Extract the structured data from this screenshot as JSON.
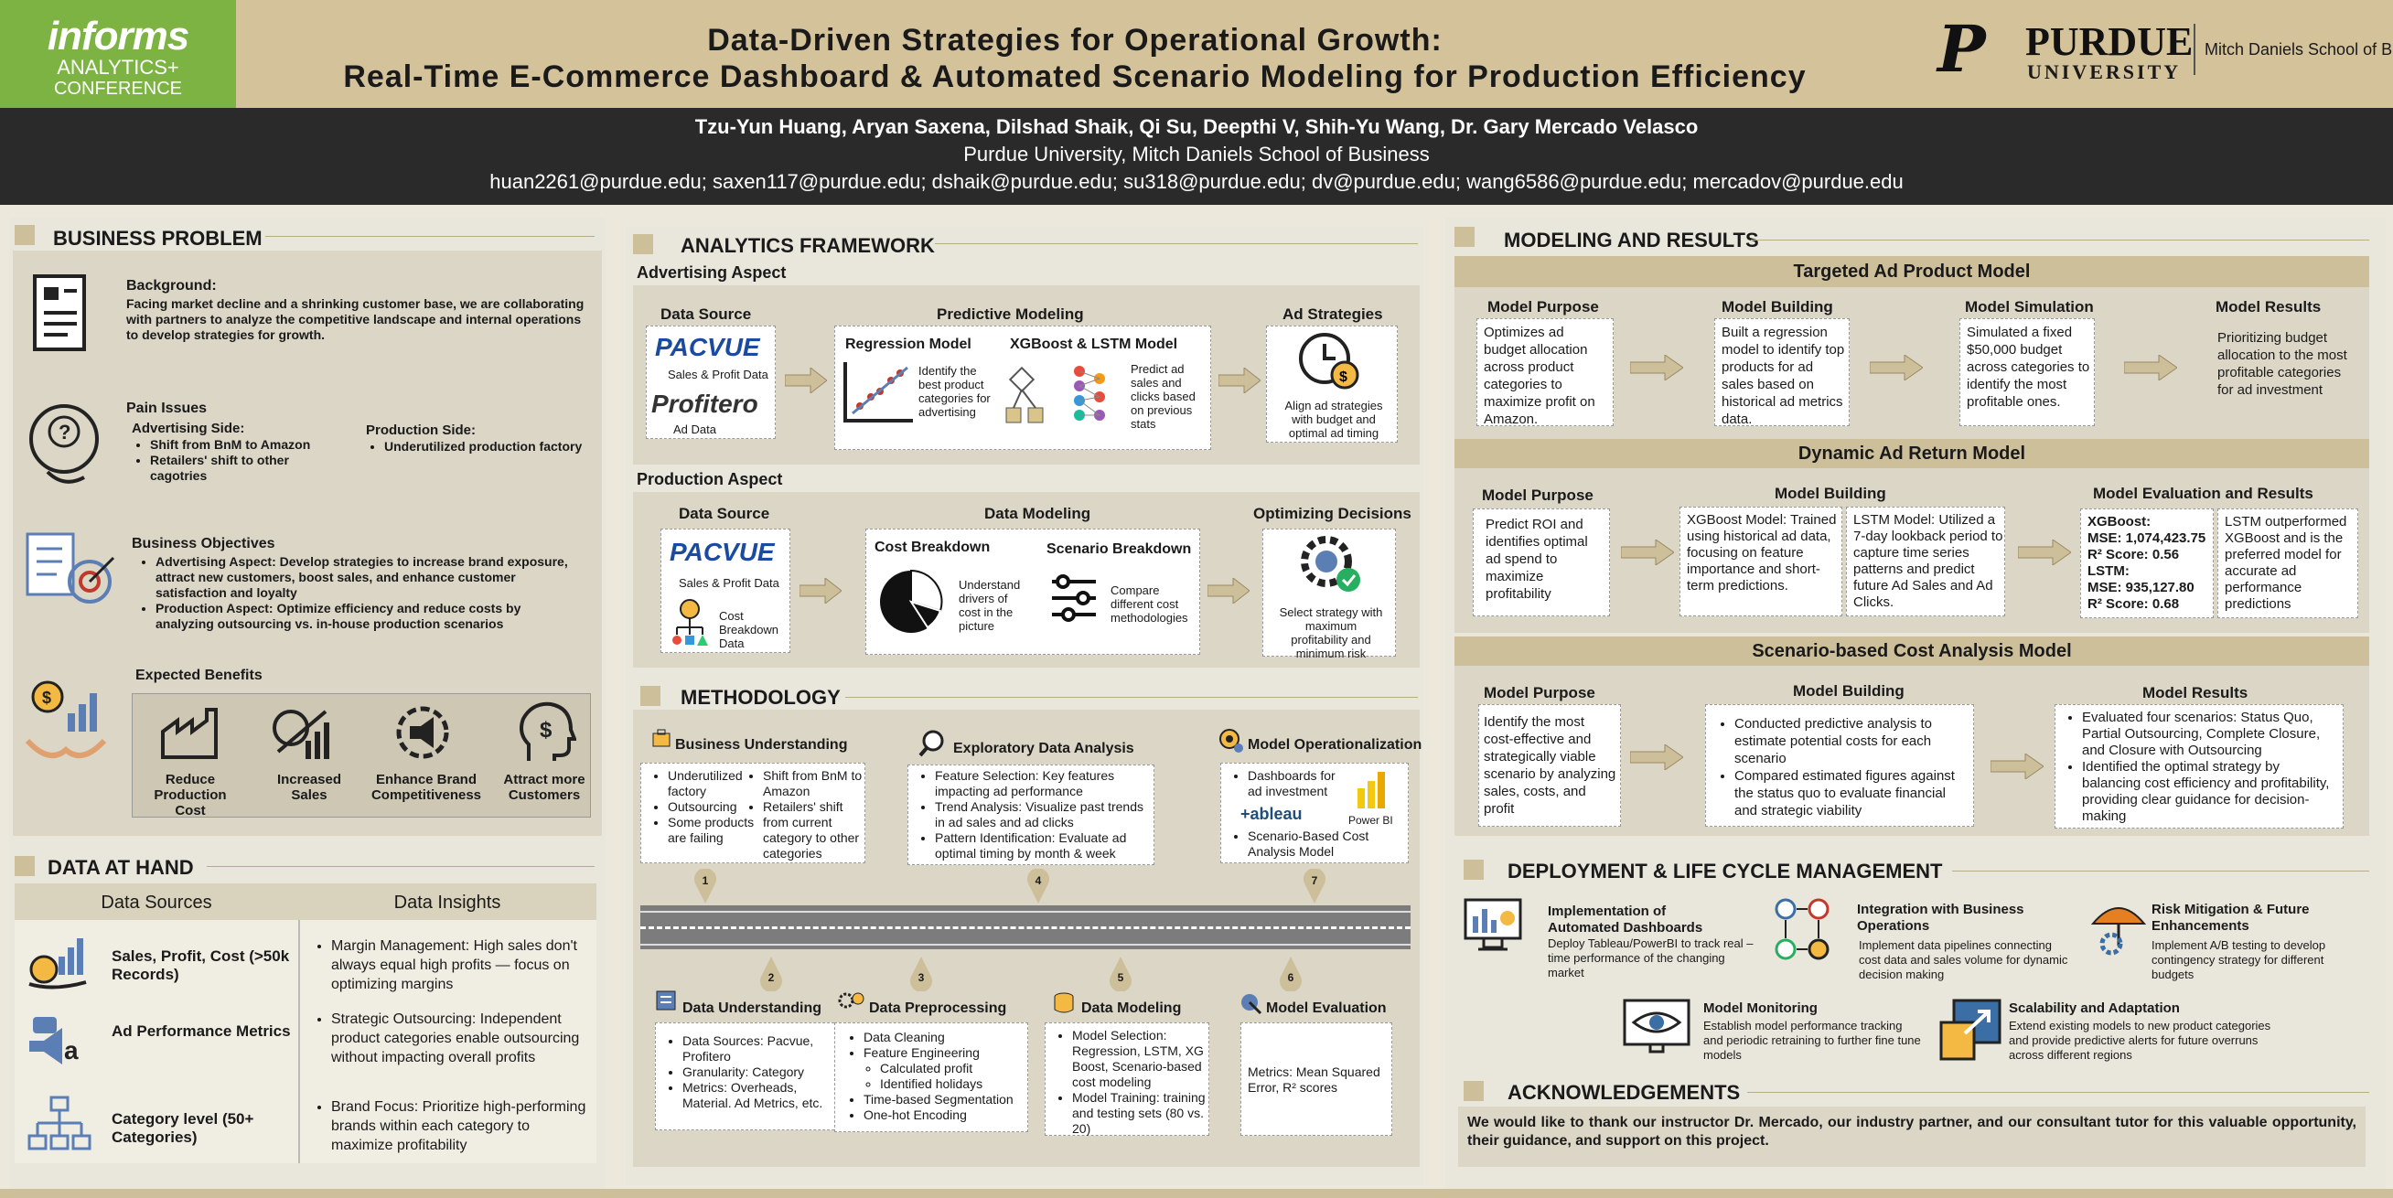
{
  "header": {
    "logo_l1": "informs",
    "logo_l2": "ANALYTICS+",
    "logo_l3": "CONFERENCE",
    "title1": "Data-Driven Strategies for Operational Growth:",
    "title2": "Real-Time E-Commerce Dashboard & Automated Scenario Modeling for Production Efficiency",
    "purdue": "PURDUE",
    "university": "UNIVERSITY",
    "school": "Mitch Daniels School of Business"
  },
  "authors": {
    "names": "Tzu-Yun Huang, Aryan Saxena, Dilshad Shaik, Qi Su, Deepthi V, Shih-Yu Wang, Dr. Gary Mercado Velasco",
    "affil": "Purdue University, Mitch Daniels School of Business",
    "emails": "huan2261@purdue.edu; saxen117@purdue.edu; dshaik@purdue.edu; su318@purdue.edu; dv@purdue.edu; wang6586@purdue.edu; mercadov@purdue.edu"
  },
  "bp": {
    "title": "BUSINESS PROBLEM",
    "bg_h": "Background:",
    "bg_t": "Facing market decline and a shrinking customer base, we are collaborating with partners to analyze the competitive landscape and internal operations to develop strategies for growth.",
    "pain_h": "Pain Issues",
    "adv_h": "Advertising Side:",
    "adv1": "Shift from BnM to Amazon",
    "adv2": "Retailers' shift to other cagotries",
    "prod_h": "Production Side:",
    "prod1": "Underutilized production factory",
    "obj_h": "Business Objectives",
    "obj1": "Advertising Aspect: Develop strategies to increase brand exposure, attract new customers, boost sales, and enhance customer satisfaction and loyalty",
    "obj2": "Production Aspect: Optimize efficiency and reduce costs by analyzing outsourcing vs. in-house production scenarios",
    "ben_h": "Expected Benefits",
    "ben": [
      "Reduce Production Cost",
      "Increased Sales",
      "Enhance Brand Competitiveness",
      "Attract more Customers"
    ]
  },
  "dah": {
    "title": "DATA AT HAND",
    "src_h": "Data Sources",
    "ins_h": "Data Insights",
    "src": [
      "Sales, Profit, Cost (>50k Records)",
      "Ad Performance Metrics",
      "Category level (50+ Categories)"
    ],
    "ins": [
      "Margin Management: High sales don't always equal high profits — focus on optimizing margins",
      "Strategic Outsourcing: Independent product categories enable outsourcing without impacting overall profits",
      "Brand Focus: Prioritize high-performing brands within each category to maximize profitability"
    ]
  },
  "af": {
    "title": "ANALYTICS FRAMEWORK",
    "adv": "Advertising Aspect",
    "ds": "Data Source",
    "pacvue": "PACVUE",
    "spd": "Sales & Profit Data",
    "profitero": "Profitero",
    "addata": "Ad Data",
    "pm": "Predictive Modeling",
    "reg": "Regression Model",
    "reg_t": "Identify the best product categories for advertising",
    "xgb": "XGBoost & LSTM Model",
    "xgb_t": "Predict ad sales and clicks based on previous stats",
    "strat": "Ad Strategies",
    "strat_t": "Align ad strategies with budget and optimal ad timing",
    "prod": "Production Aspect",
    "dm": "Data Modeling",
    "cb": "Cost Breakdown",
    "cb_t": "Understand drivers of cost in the picture",
    "sb": "Scenario Breakdown",
    "sb_t": "Compare different cost methodologies",
    "od": "Optimizing Decisions",
    "od_t": "Select strategy with maximum profitability and minimum risk",
    "cbd": "Cost Breakdown Data"
  },
  "meth": {
    "title": "METHODOLOGY",
    "bu": "Business Understanding",
    "bu_l": [
      "Underutilized factory",
      "Outsourcing",
      "Some products are failing"
    ],
    "bu_r": [
      "Shift from BnM to Amazon",
      "Retailers' shift from current category to other categories"
    ],
    "eda": "Exploratory Data Analysis",
    "eda_l": [
      "Feature Selection: Key features impacting ad performance",
      "Trend Analysis: Visualize past trends in ad sales and ad clicks",
      "Pattern Identification: Evaluate ad optimal timing by month & week"
    ],
    "mo": "Model Operationalization",
    "mo_l": [
      "Dashboards for ad investment",
      "Scenario-Based Cost Analysis Model"
    ],
    "tableau": "+ableau",
    "powerbi": "Power BI",
    "steps": [
      "1",
      "2",
      "3",
      "4",
      "5",
      "6",
      "7"
    ],
    "du": "Data Understanding",
    "du_l": [
      "Data Sources: Pacvue, Profitero",
      "Granularity: Category",
      "Metrics: Overheads, Material. Ad Metrics, etc."
    ],
    "dp": "Data Preprocessing",
    "dp_l": [
      "Data Cleaning",
      "Feature Engineering",
      "Calculated profit",
      "Identified holidays",
      "Time-based Segmentation",
      "One-hot Encoding"
    ],
    "dm": "Data Modeling",
    "dm_l": [
      "Model Selection: Regression, LSTM, XG Boost, Scenario-based cost modeling",
      "Model Training: training and testing sets (80 vs. 20)"
    ],
    "me": "Model Evaluation",
    "me_t": "Metrics: Mean Squared Error, R² scores"
  },
  "mr": {
    "title": "MODELING AND RESULTS",
    "m1": "Targeted Ad Product Model",
    "m1c": [
      [
        "Model Purpose",
        "Optimizes ad budget allocation across product categories to maximize profit on Amazon."
      ],
      [
        "Model Building",
        "Built a regression model to identify top products for ad sales based on historical ad metrics data."
      ],
      [
        "Model Simulation",
        "Simulated a fixed $50,000 budget across categories to identify the most profitable ones."
      ],
      [
        "Model Results",
        "Prioritizing budget allocation to the most profitable categories for ad investment"
      ]
    ],
    "m2": "Dynamic Ad Return Model",
    "m2_p": "Model Purpose",
    "m2_pt": "Predict ROI and identifies optimal ad spend to maximize profitability",
    "m2_b": "Model Building",
    "m2_b1": "XGBoost Model: Trained using historical ad data, focusing on feature importance and short-term predictions.",
    "m2_b2": "LSTM Model: Utilized a 7-day lookback period to capture time series patterns and predict future Ad Sales and Ad Clicks.",
    "m2_e": "Model Evaluation and Results",
    "m2_e1": "XGBoost:",
    "m2_e2": "MSE: 1,074,423.75",
    "m2_e3": "R² Score: 0.56",
    "m2_e4": "LSTM:",
    "m2_e5": "MSE: 935,127.80",
    "m2_e6": "R² Score: 0.68",
    "m2_e7": "LSTM outperformed XGBoost and is the preferred model for accurate ad performance predictions",
    "m3": "Scenario-based Cost Analysis Model",
    "m3_p": "Model Purpose",
    "m3_pt": "Identify the most cost-effective and strategically viable scenario by analyzing sales, costs, and profit",
    "m3_b": "Model Building",
    "m3_b1": "Conducted predictive analysis to estimate potential costs for each scenario",
    "m3_b2": "Compared estimated figures against the status quo to evaluate financial and strategic viability",
    "m3_r": "Model Results",
    "m3_r1": "Evaluated four scenarios: Status Quo, Partial Outsourcing, Complete Closure, and Closure with Outsourcing",
    "m3_r2": "Identified the optimal strategy by balancing cost efficiency and profitability, providing clear guidance for decision-making"
  },
  "dlc": {
    "title": "DEPLOYMENT & LIFE CYCLE  MANAGEMENT",
    "items": [
      [
        "Implementation of Automated Dashboards",
        "Deploy Tableau/PowerBI to track real – time performance of the changing market"
      ],
      [
        "Integration with Business Operations",
        "Implement data pipelines connecting cost data and sales volume for dynamic decision making"
      ],
      [
        "Risk Mitigation & Future Enhancements",
        "Implement A/B testing to develop contingency strategy for different budgets"
      ],
      [
        "Model Monitoring",
        "Establish model performance tracking and periodic retraining to further fine tune models"
      ],
      [
        "Scalability and Adaptation",
        "Extend existing models to new product categories and provide predictive alerts for future overruns across different regions"
      ]
    ]
  },
  "ack": {
    "title": "ACKNOWLEDGEMENTS",
    "text": "We would like to thank our instructor Dr. Mercado, our industry partner, and our consultant tutor for this valuable opportunity, their guidance, and support on this project."
  }
}
